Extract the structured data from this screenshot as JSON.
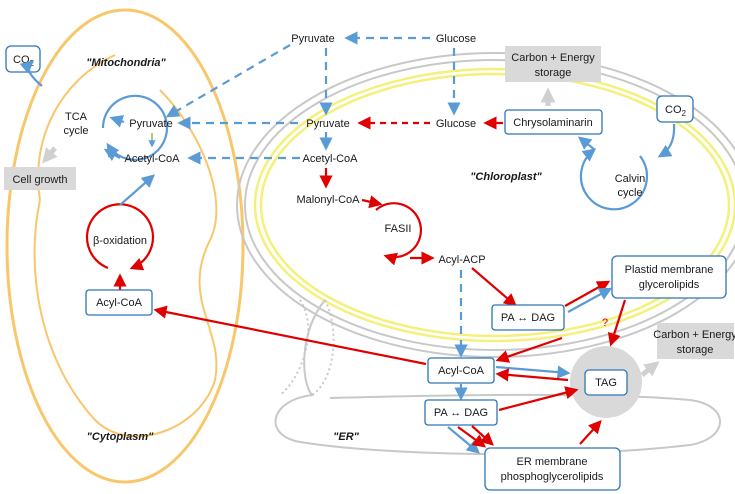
{
  "compartments": {
    "mitochondria": "\"Mitochondria\"",
    "chloroplast": "\"Chloroplast\"",
    "cytoplasm": "\"Cytoplasm\"",
    "er": "\"ER\""
  },
  "metabolites": {
    "co2_mito": "CO",
    "co2_mito_sub": "2",
    "tca": [
      "TCA",
      "cycle"
    ],
    "pyruvate_mito": "Pyruvate",
    "acetyl_coa_mito": "Acetyl-CoA",
    "cell_growth": "Cell growth",
    "beta_oxidation": "β-oxidation",
    "acyl_coa_mito": "Acyl-CoA",
    "pyruvate_cyto": "Pyruvate",
    "glucose_cyto": "Glucose",
    "carbon_energy_top": [
      "Carbon + Energy",
      "storage"
    ],
    "pyruvate_chloro": "Pyruvate",
    "glucose_chloro": "Glucose",
    "chrysolaminarin": "Chrysolaminarin",
    "co2_chloro": "CO",
    "co2_chloro_sub": "2",
    "calvin": [
      "Calvin",
      "cycle"
    ],
    "acetyl_coa_chloro": "Acetyl-CoA",
    "malonyl_coa": "Malonyl-CoA",
    "fasii": "FASII",
    "acyl_acp": "Acyl-ACP",
    "plastid_membrane": [
      "Plastid membrane",
      "glycerolipids"
    ],
    "pa_dag_chloro": "PA ↔ DAG",
    "question": "?",
    "carbon_energy_bottom": [
      "Carbon + Energy",
      "storage"
    ],
    "acyl_coa_er": "Acyl-CoA",
    "tag": "TAG",
    "pa_dag_er": "PA ↔ DAG",
    "er_membrane": [
      "ER membrane",
      "phosphoglycerolipids"
    ]
  },
  "colors": {
    "organelle_outline": "#f9c76b",
    "thylakoid": "#f5f07a",
    "membrane_gray": "#c8c8c8",
    "box_border": "#2e75b6",
    "blue_arrow": "#5b9bd5",
    "red_arrow": "#e00000",
    "gray_box": "#d9d9d9"
  }
}
